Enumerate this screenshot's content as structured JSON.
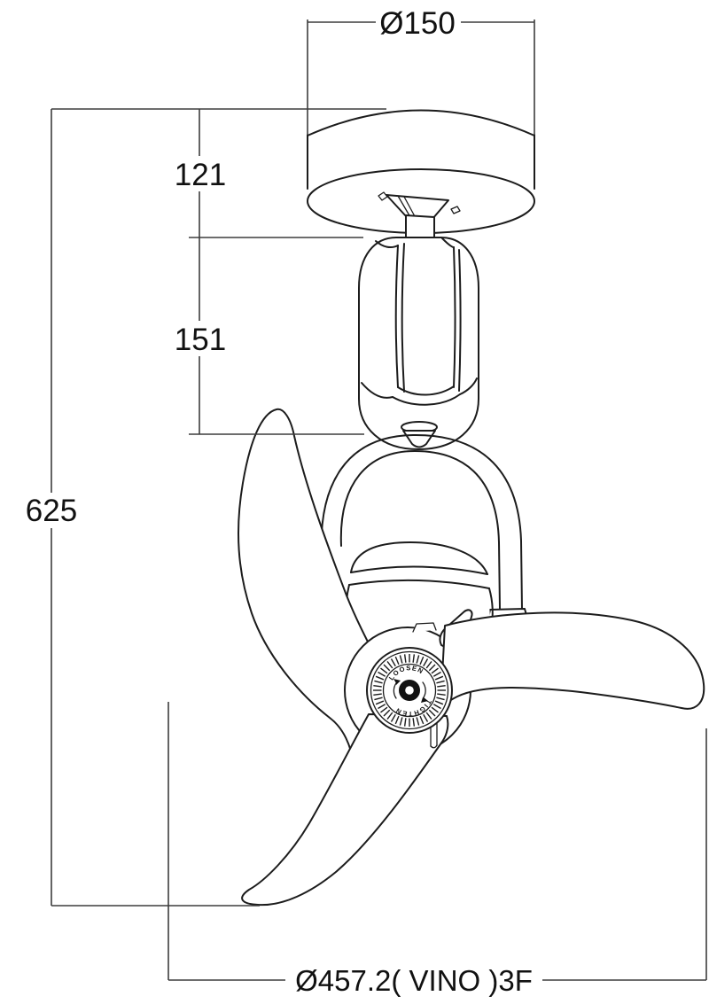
{
  "drawing": {
    "subject": "ceiling-fan-dimension-drawing"
  },
  "dimensions": {
    "top_diameter": "Ø150",
    "canopy_height": "121",
    "motor_body_height": "151",
    "overall_height": "625",
    "blade_sweep": "Ø457.2(  VINO  )3F"
  },
  "hub": {
    "loosen_label": "LOOSEN",
    "tighten_label": "TIGHTEN"
  },
  "colors": {
    "line": "#1c1c1c",
    "dimension_line": "#3d3d3d",
    "background": "#ffffff",
    "hub_center": "#111111"
  }
}
